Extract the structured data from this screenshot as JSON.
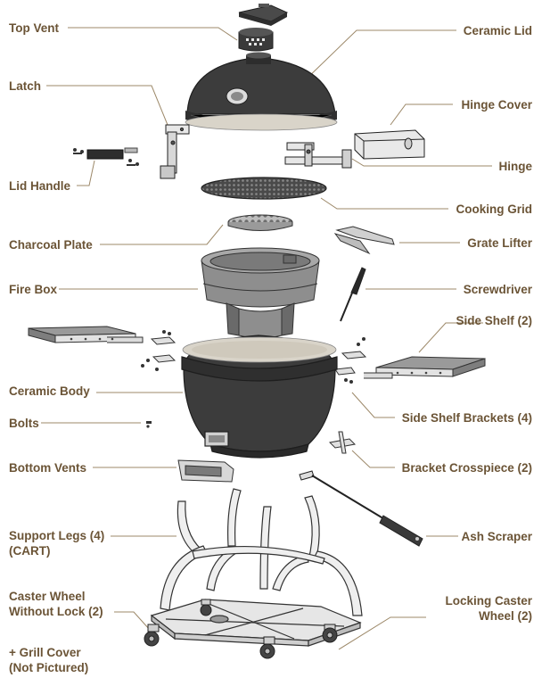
{
  "colors": {
    "label_text": "#6b5436",
    "leader_line": "#9c8868",
    "grill_body": "#3c3c3c",
    "ceramic_gasket": "#d9d4c9",
    "metal": "#e4e4e4",
    "outline": "#222222"
  },
  "labels": {
    "top_vent": "Top Vent",
    "ceramic_lid": "Ceramic Lid",
    "latch": "Latch",
    "hinge_cover": "Hinge Cover",
    "hinge": "Hinge",
    "lid_handle": "Lid Handle",
    "cooking_grid": "Cooking Grid",
    "charcoal_plate": "Charcoal Plate",
    "grate_lifter": "Grate Lifter",
    "fire_box": "Fire Box",
    "screwdriver": "Screwdriver",
    "side_shelf": "Side Shelf (2)",
    "ceramic_body": "Ceramic Body",
    "bolts": "Bolts",
    "side_shelf_brackets": "Side Shelf Brackets (4)",
    "bottom_vents": "Bottom Vents",
    "bracket_crosspiece": "Bracket Crosspiece (2)",
    "support_legs": "Support Legs (4)\n(CART)",
    "ash_scraper": "Ash Scraper",
    "caster_wheel": "Caster Wheel\nWithout Lock (2)",
    "locking_caster_wheel": "Locking Caster\nWheel (2)",
    "grill_cover": "+ Grill Cover\n(Not Pictured)"
  }
}
